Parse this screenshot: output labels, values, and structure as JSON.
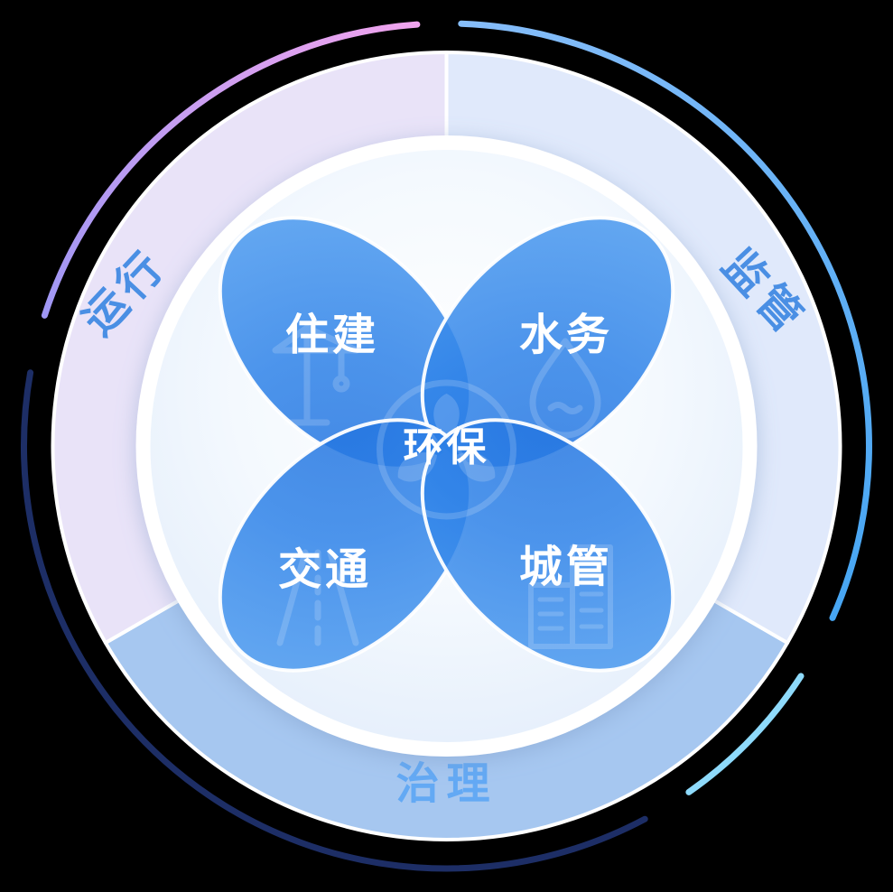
{
  "canvas": {
    "background": "#000000"
  },
  "palette": {
    "sector_operation_fill": "#e9e3f8",
    "sector_supervision_fill": "#e0e9fb",
    "sector_governance_fill": "#a6c7f0",
    "ring_label_blue": "#4a8fe4",
    "governance_label_blue": "#63a9f4",
    "petal_blue_deep": "#2273df",
    "petal_blue_light": "#4f9df0",
    "arc_purple": "#f0a4ee",
    "arc_violet": "#9f97f4",
    "arc_blue": "#47a6f3",
    "arc_blue_light": "#86bdf9",
    "arc_cyan": "#8edafb",
    "arc_navy": "#1d2e66",
    "divider_white": "#ffffff"
  },
  "outer_ring": {
    "sectors": [
      {
        "id": "operation",
        "label": "运行",
        "position": "upper-left"
      },
      {
        "id": "supervision",
        "label": "监管",
        "position": "upper-right"
      },
      {
        "id": "governance",
        "label": "治理",
        "position": "bottom"
      }
    ]
  },
  "flower": {
    "center": {
      "label": "环保",
      "icon": "eco-wheel-icon"
    },
    "petals": [
      {
        "id": "housing",
        "label": "住建",
        "icon": "crane-icon",
        "position": "top-left"
      },
      {
        "id": "water",
        "label": "水务",
        "icon": "water-drop-icon",
        "position": "top-right"
      },
      {
        "id": "traffic",
        "label": "交通",
        "icon": "road-icon",
        "position": "bottom-left"
      },
      {
        "id": "urban",
        "label": "城管",
        "icon": "buildings-icon",
        "position": "bottom-right"
      }
    ]
  }
}
